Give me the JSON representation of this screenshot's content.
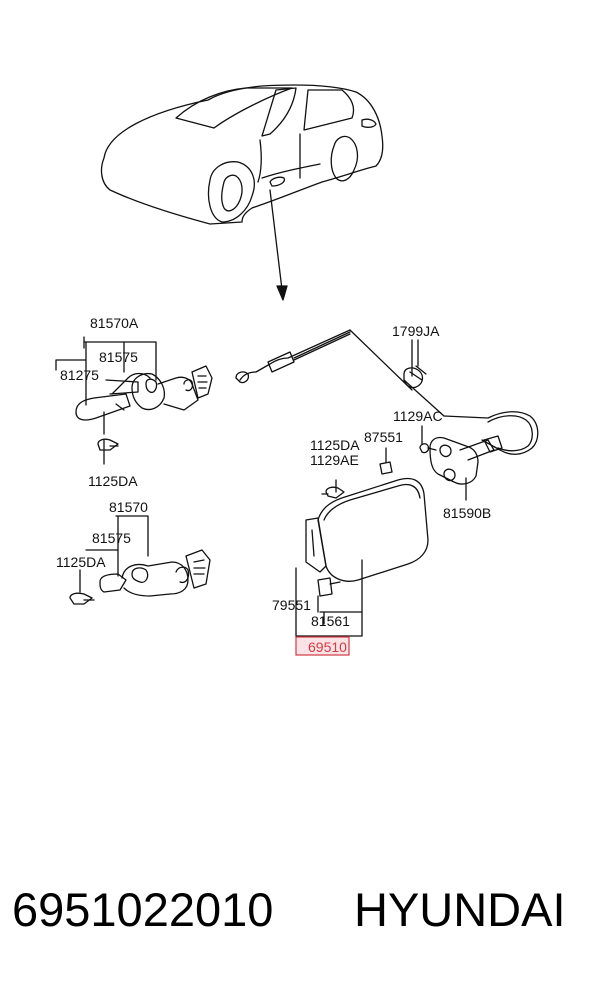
{
  "callouts": {
    "p81570A": "81570A",
    "p81575_top": "81575",
    "p81275": "81275",
    "p1125DA_top": "1125DA",
    "p81570": "81570",
    "p81575_bottom": "81575",
    "p1125DA_bottom": "1125DA",
    "p1799JA": "1799JA",
    "p1129AC": "1129AC",
    "p87551": "87551",
    "p1125DA_mid": "1125DA",
    "p1129AE": "1129AE",
    "p81590B": "81590B",
    "p79551": "79551",
    "p81561": "81561",
    "p69510": "69510"
  },
  "footer": {
    "part_number": "6951022010",
    "brand": "HYUNDAI"
  },
  "colors": {
    "line": "#111111",
    "highlight": "#d23a46",
    "highlight_fill": "#fbe3e5"
  }
}
